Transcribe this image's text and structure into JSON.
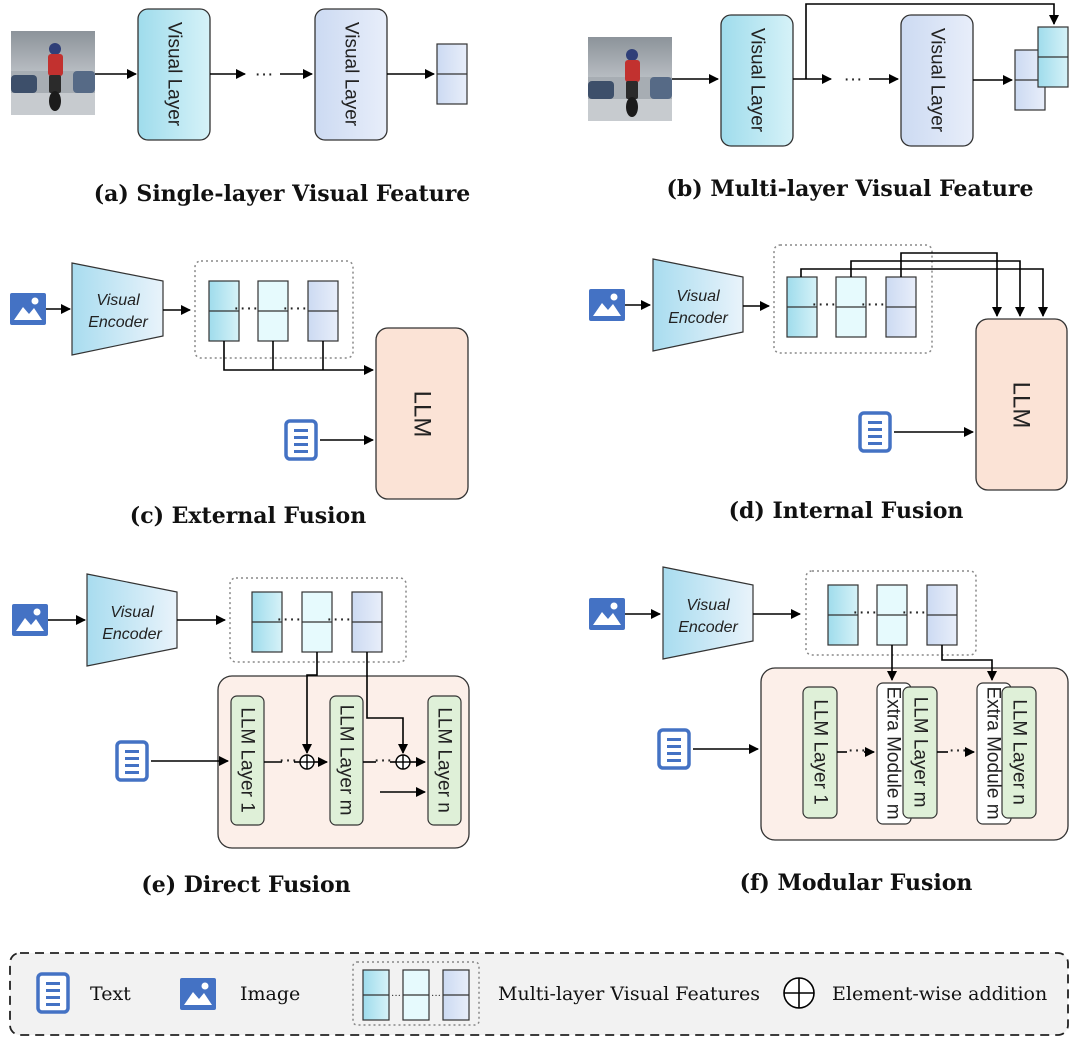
{
  "panels": {
    "a": {
      "caption": "(a) Single-layer Visual Feature",
      "layer1": "Visual Layer",
      "layer2": "Visual Layer",
      "dots": "···"
    },
    "b": {
      "caption": "(b) Multi-layer Visual Feature",
      "layer1": "Visual Layer",
      "layer2": "Visual Layer",
      "dots": "···"
    },
    "c": {
      "caption": "(c) External Fusion",
      "encoder_line1": "Visual",
      "encoder_line2": "Encoder",
      "llm": "LLM"
    },
    "d": {
      "caption": "(d) Internal Fusion",
      "encoder_line1": "Visual",
      "encoder_line2": "Encoder",
      "llm": "LLM"
    },
    "e": {
      "caption": "(e) Direct Fusion",
      "encoder_line1": "Visual",
      "encoder_line2": "Encoder",
      "layer1": "LLM Layer 1",
      "layerm": "LLM Layer m",
      "layern": "LLM Layer n"
    },
    "f": {
      "caption": "(f) Modular Fusion",
      "encoder_line1": "Visual",
      "encoder_line2": "Encoder",
      "layer1": "LLM Layer 1",
      "extra1": "Extra Module m",
      "layerm": "LLM Layer m",
      "extra2": "Extra Module m",
      "layern": "LLM Layer n"
    }
  },
  "legend": {
    "text": "Text",
    "image": "Image",
    "features": "Multi-layer Visual Features",
    "addition": "Element-wise addition"
  },
  "colors": {
    "cyan_box": "#c9eef6",
    "lavender_box": "#dde6f7",
    "llm_fill": "#fbe3d6",
    "llm_container": "#fcefe9",
    "green_layer": "#dff0d8",
    "icon_blue": "#4472c4"
  }
}
